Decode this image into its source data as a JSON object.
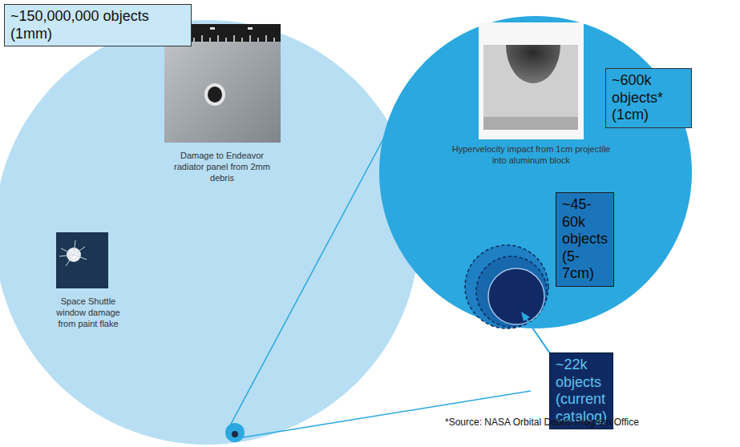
{
  "diagram": {
    "nodes": [
      {
        "text": [
          "~150,000,000 objects (1mm)",
          "Damage to Endeavor radiator panel from 2mm debris",
          "Space Shuttle window damage from paint flake"
        ]
      },
      {
        "text": [
          "~600k objects* (1cm)",
          "Hypervelocity impact from 1cm projectile into aluminum block"
        ]
      },
      {
        "text": [
          "~45-60k objects (5-7cm)"
        ],
        "in": 1
      },
      {
        "text": [
          "~22k objects (current catalog)"
        ],
        "in": 2
      }
    ],
    "labels": [
      "*Source: NASA Orbital Debris Program Office"
    ]
  }
}
